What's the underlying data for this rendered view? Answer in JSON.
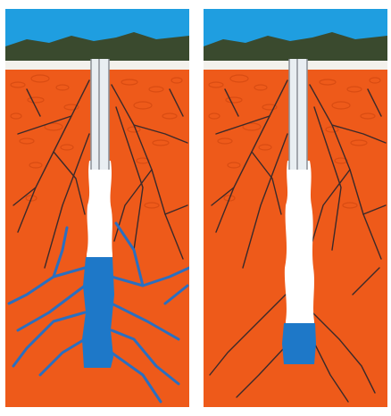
{
  "figure": {
    "panels": [
      {
        "id": "left",
        "fill_level": "high",
        "description_visible": false
      },
      {
        "id": "right",
        "fill_level": "low",
        "description_visible": false
      }
    ]
  },
  "colors": {
    "sky": "#1f9ee0",
    "hills": "#3a4a2e",
    "hills_light": "#556a3d",
    "topsoil": "#f3f1ec",
    "earth": "#ee5a1a",
    "earth_dark": "#d94c12",
    "crack": "#3b2a2a",
    "water": "#1e78c8",
    "water_crack": "#2a6fc0",
    "casing": "#e9eef2",
    "casing_edge": "#8a8f96",
    "borehole": "#ffffff",
    "frame": "#ffffff"
  }
}
